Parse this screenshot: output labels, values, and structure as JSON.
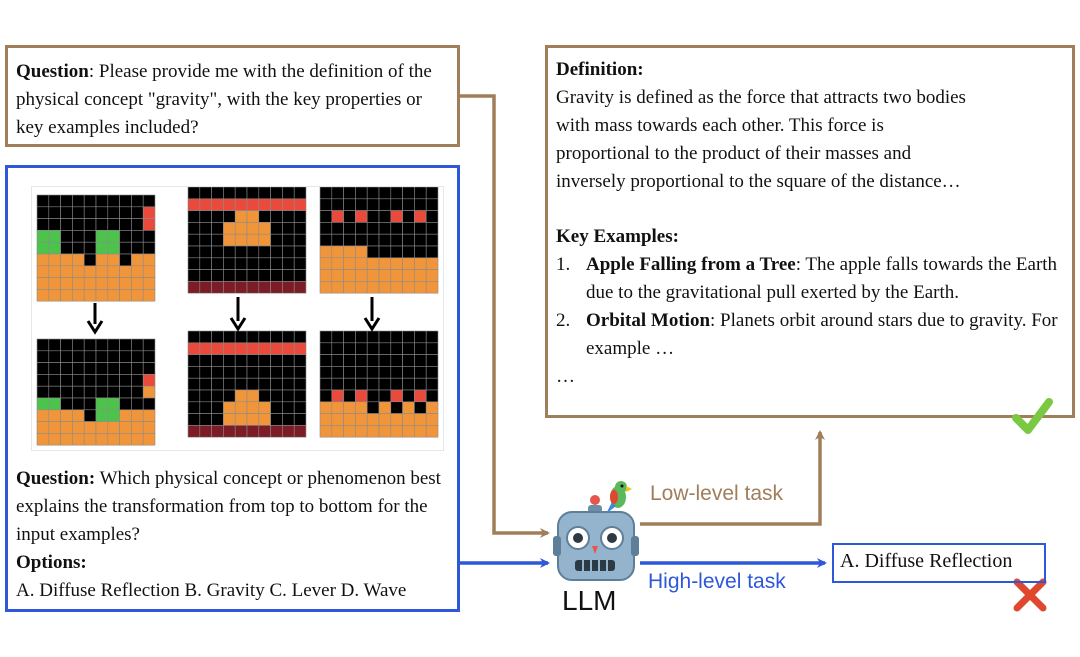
{
  "top_question": {
    "label": "Question",
    "text": ": Please provide me with the definition of the physical concept \"gravity\", with the key properties or key examples included?"
  },
  "definition": {
    "heading": "Definition:",
    "lines": [
      "Gravity is defined as the force that attracts two bodies",
      "with mass towards each other. This force is",
      "proportional to the product of their masses and",
      "inversely proportional to the square of the distance…"
    ],
    "examples_heading": "Key Examples:",
    "examples": [
      {
        "num": "1.",
        "title": "Apple Falling from a Tree",
        "text": ": The apple falls towards the Earth due to the gravitational pull exerted by the Earth."
      },
      {
        "num": "2.",
        "title": "Orbital Motion",
        "text": ": Planets orbit around stars due to gravity. For example …"
      }
    ],
    "ellipsis": "…"
  },
  "bottom_question": {
    "label": "Question:",
    "text": " Which physical concept or phenomenon best explains the transformation from top to bottom for the input examples?",
    "options_label": "Options:",
    "options": "A. Diffuse Reflection B. Gravity C. Lever D. Wave"
  },
  "llm_label": "LLM",
  "low_level_label": "Low-level task",
  "high_level_label": "High-level task",
  "answer": "A. Diffuse Reflection",
  "colors": {
    "brown": "#a07e5a",
    "blue": "#2f57d9",
    "check": "#7ac943",
    "cross": "#e0472f",
    "grid_black": "#000000",
    "grid_orange": "#f0953a",
    "grid_green": "#4cc44c",
    "grid_red": "#ea4a3c",
    "grid_maroon": "#7b1c27"
  },
  "icons": {
    "robot": "robot-icon",
    "bird": "parrot-icon",
    "check": "check-mark-icon",
    "cross": "cross-mark-icon"
  }
}
